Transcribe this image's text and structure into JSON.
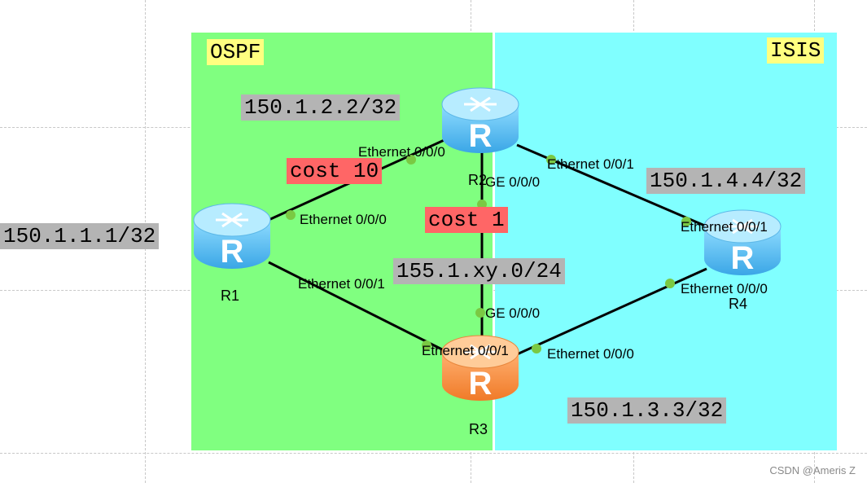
{
  "areas": {
    "ospf": {
      "label": "OSPF",
      "color": "#80ff80"
    },
    "isis": {
      "label": "ISIS",
      "color": "#80ffff"
    }
  },
  "routers": [
    {
      "name": "R1",
      "color": "blue",
      "loopback": "150.1.1.1/32"
    },
    {
      "name": "R2",
      "color": "blue",
      "loopback": "150.1.2.2/32"
    },
    {
      "name": "R3",
      "color": "orange",
      "loopback": "150.1.3.3/32"
    },
    {
      "name": "R4",
      "color": "blue",
      "loopback": "150.1.4.4/32"
    }
  ],
  "links": [
    {
      "from": "R1",
      "from_if": "Ethernet 0/0/0",
      "to": "R2",
      "to_if": "Ethernet 0/0/0",
      "cost": "cost 10"
    },
    {
      "from": "R2",
      "from_if": "GE 0/0/0",
      "to": "R3",
      "to_if": "GE 0/0/0",
      "cost": "cost 1",
      "subnet": "155.1.xy.0/24"
    },
    {
      "from": "R1",
      "from_if": "Ethernet 0/0/1",
      "to": "R3",
      "to_if": "Ethernet 0/0/1"
    },
    {
      "from": "R2",
      "from_if": "Ethernet 0/0/1",
      "to": "R4",
      "to_if": "Ethernet 0/0/1"
    },
    {
      "from": "R3",
      "from_if": "Ethernet 0/0/0",
      "to": "R4",
      "to_if": "Ethernet 0/0/0"
    }
  ],
  "colors": {
    "link": "#000000",
    "port_dot": "#7ac943",
    "label_bg": "#b4b4b4",
    "cost_bg": "#ff6666",
    "area_tag_bg": "#ffff80"
  },
  "watermark": "CSDN @Ameris Z"
}
